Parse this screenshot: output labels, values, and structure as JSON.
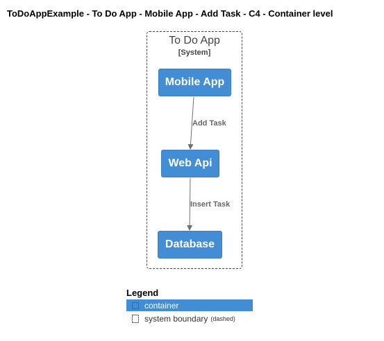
{
  "diagram": {
    "title": "ToDoAppExample - To Do App - Mobile App - Add Task - C4 - Container level",
    "boundary": {
      "name": "To Do App",
      "type": "[System]"
    },
    "nodes": {
      "mobile_app": "Mobile App",
      "web_api": "Web Api",
      "database": "Database"
    },
    "edges": [
      {
        "from": "Mobile App",
        "to": "Web Api",
        "label": "Add Task"
      },
      {
        "from": "Web Api",
        "to": "Database",
        "label": "Insert Task"
      }
    ],
    "colors": {
      "container": "#438dd5",
      "edge": "#707070"
    }
  },
  "legend": {
    "title": "Legend",
    "items": [
      {
        "label": "container"
      },
      {
        "label": "system boundary",
        "note": "(dashed)"
      }
    ]
  }
}
